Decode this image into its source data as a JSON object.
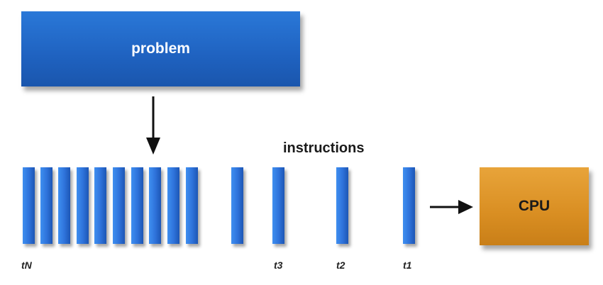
{
  "problem": {
    "label": "problem"
  },
  "cpu": {
    "label": "CPU"
  },
  "instructions": {
    "label": "instructions"
  },
  "time_labels": {
    "tN": "tN",
    "t3": "t3",
    "t2": "t2",
    "t1": "t1"
  },
  "colors": {
    "problem_blue": "#1f62c0",
    "instruction_blue": "#2f74dc",
    "cpu_orange": "#d98e22",
    "arrow": "#111111"
  }
}
